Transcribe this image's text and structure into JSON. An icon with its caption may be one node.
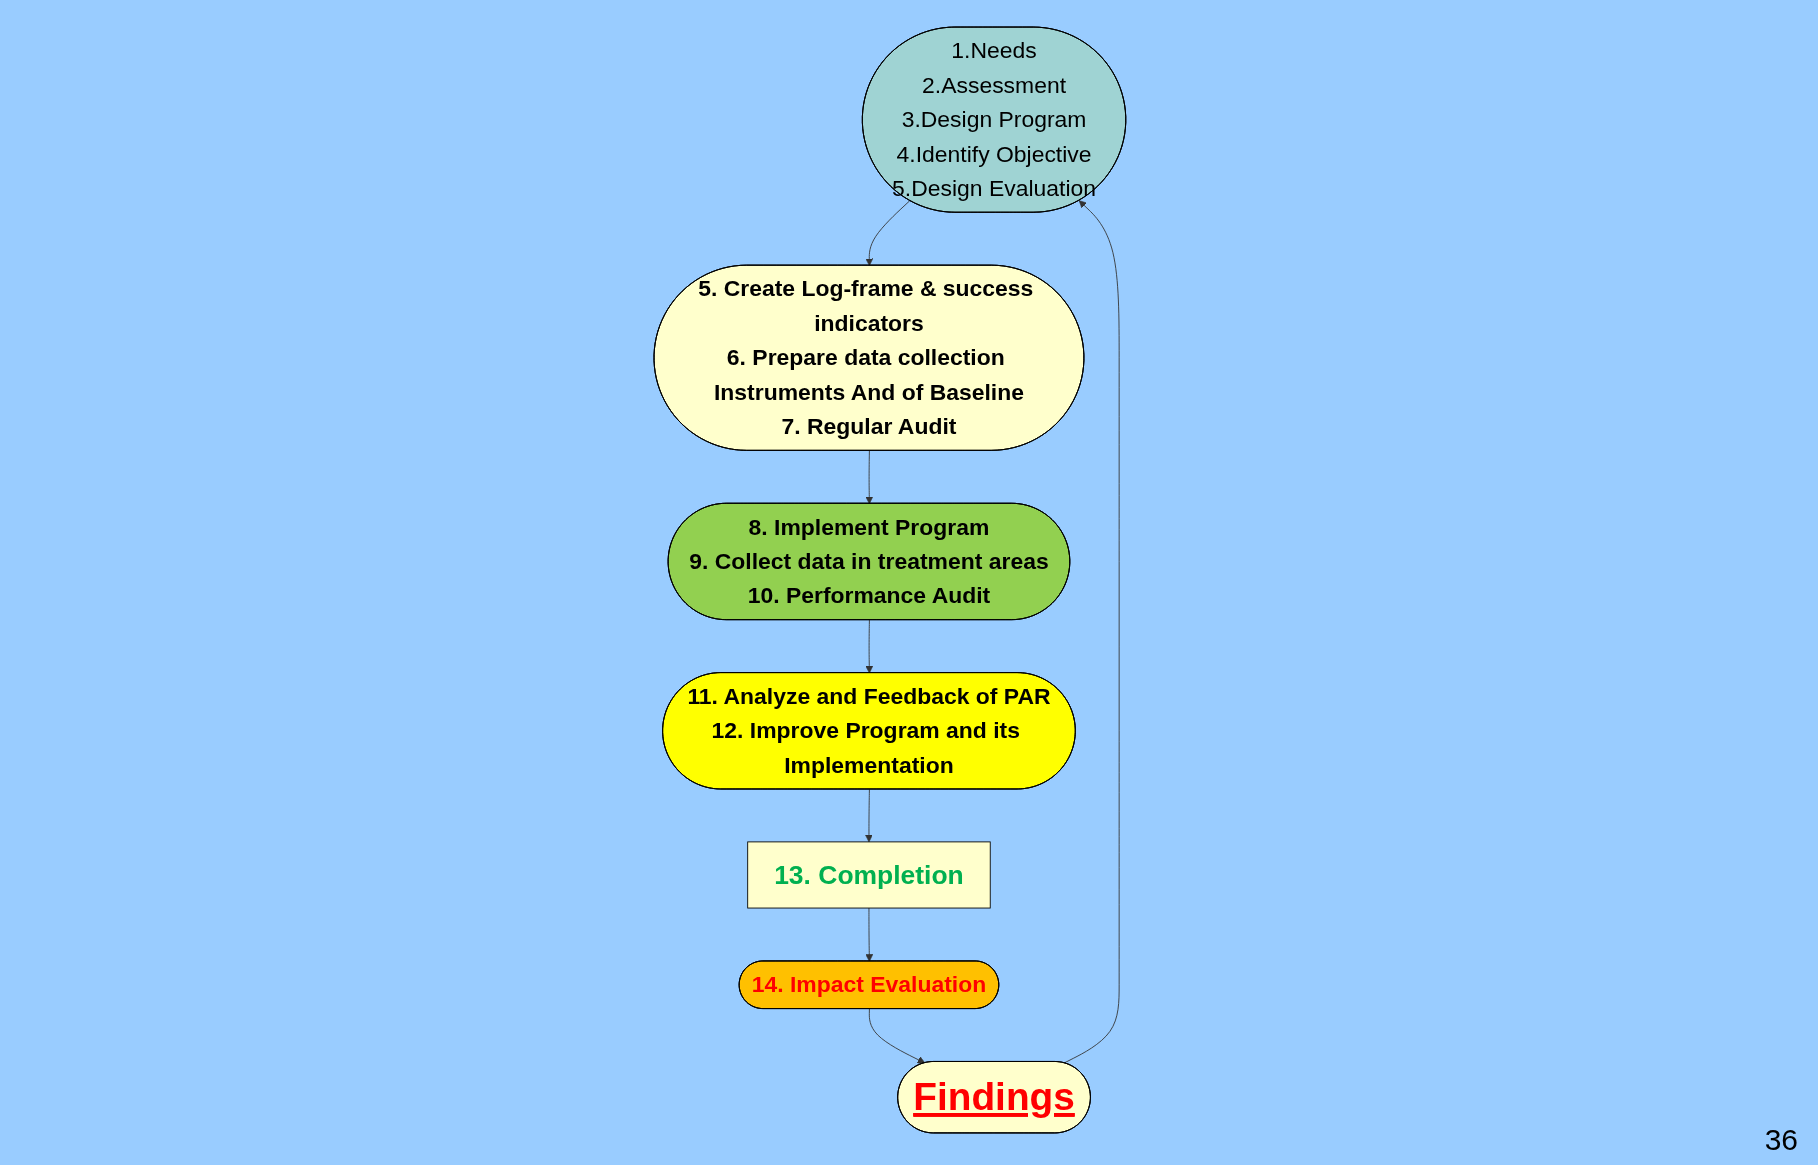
{
  "diagram": {
    "nodes": [
      {
        "text": [
          "1.Needs",
          "2.Assessment",
          "3.Design Program",
          "4.Identify Objective",
          "5.Design Evaluation"
        ]
      },
      {
        "text": [
          "5. Create Log-frame & success indicators",
          "6. Prepare data collection Instruments And of Baseline",
          "7. Regular Audit"
        ]
      },
      {
        "text": [
          "8. Implement Program",
          "9. Collect data in treatment areas",
          "10. Performance Audit"
        ]
      },
      {
        "text": [
          "11. Analyze and Feedback of PAR",
          "12. Improve Program and its Implementation"
        ]
      },
      {
        "text": [
          "13. Completion"
        ]
      },
      {
        "text": [
          "14. Impact Evaluation"
        ]
      },
      {
        "text": [
          "Findings"
        ]
      }
    ],
    "edges": [
      {
        "from": 0,
        "to": 1,
        "arrow": "to"
      },
      {
        "from": 1,
        "to": 2,
        "arrow": "to"
      },
      {
        "from": 2,
        "to": 3,
        "arrow": "to"
      },
      {
        "from": 3,
        "to": 4,
        "arrow": "to"
      },
      {
        "from": 4,
        "to": 5,
        "arrow": "to"
      },
      {
        "from": 5,
        "to": 6,
        "arrow": "to"
      },
      {
        "from": 6,
        "to": 0,
        "arrow": "to"
      }
    ],
    "labels": [
      "36"
    ]
  }
}
